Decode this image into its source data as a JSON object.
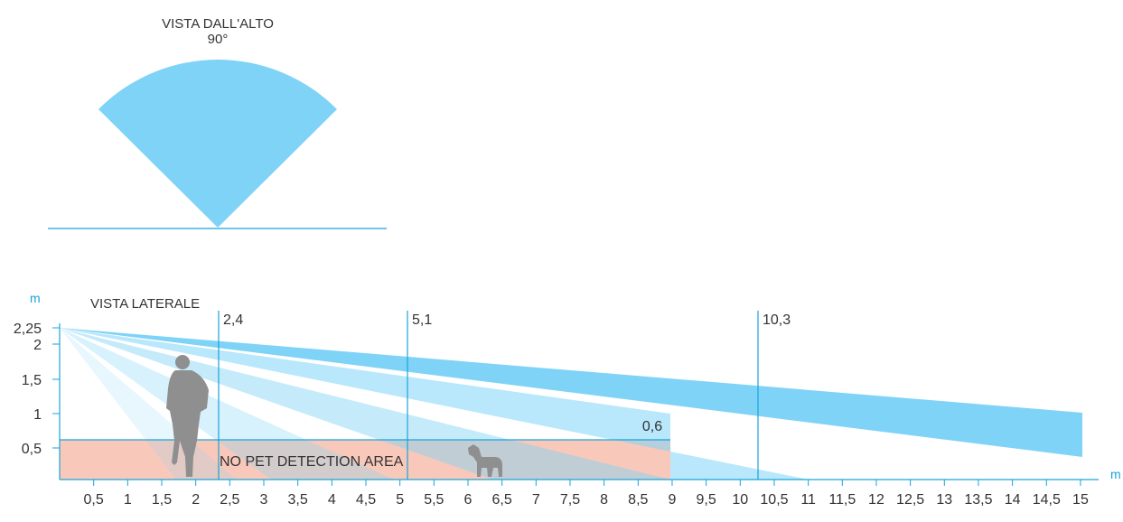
{
  "top_view": {
    "title": "VISTA DALL'ALTO",
    "angle": "90°"
  },
  "side_view": {
    "title": "VISTA LATERALE",
    "y_unit": "m",
    "x_unit": "m",
    "y_ticks": [
      "2,25",
      "2",
      "1,5",
      "1",
      "0,5"
    ],
    "x_ticks": [
      "0,5",
      "1",
      "1,5",
      "2",
      "2,5",
      "3",
      "3,5",
      "4",
      "4,5",
      "5",
      "5,5",
      "6",
      "6,5",
      "7",
      "7,5",
      "8",
      "8,5",
      "9",
      "9,5",
      "10",
      "10,5",
      "11",
      "11,5",
      "12",
      "12,5",
      "13",
      "13,5",
      "14",
      "14,5",
      "15"
    ],
    "markers": [
      "2,4",
      "5,1",
      "10,3"
    ],
    "pet_height_label": "0,6",
    "no_pet_label": "NO PET DETECTION AREA"
  },
  "colors": {
    "beam": "#7fd3f7",
    "axis": "#1aa3d9",
    "pet_zone": "#f8c9bb",
    "silhouette": "#8f8f8f"
  },
  "chart_data": {
    "type": "diagram",
    "sensor_height_m": 2.25,
    "marker_distances_m": [
      2.4,
      5.1,
      10.3
    ],
    "pet_zone_height_m": 0.6,
    "x_range_m": [
      0,
      15
    ],
    "y_range_m": [
      0,
      2.25
    ],
    "top_view_angle_deg": 90
  }
}
